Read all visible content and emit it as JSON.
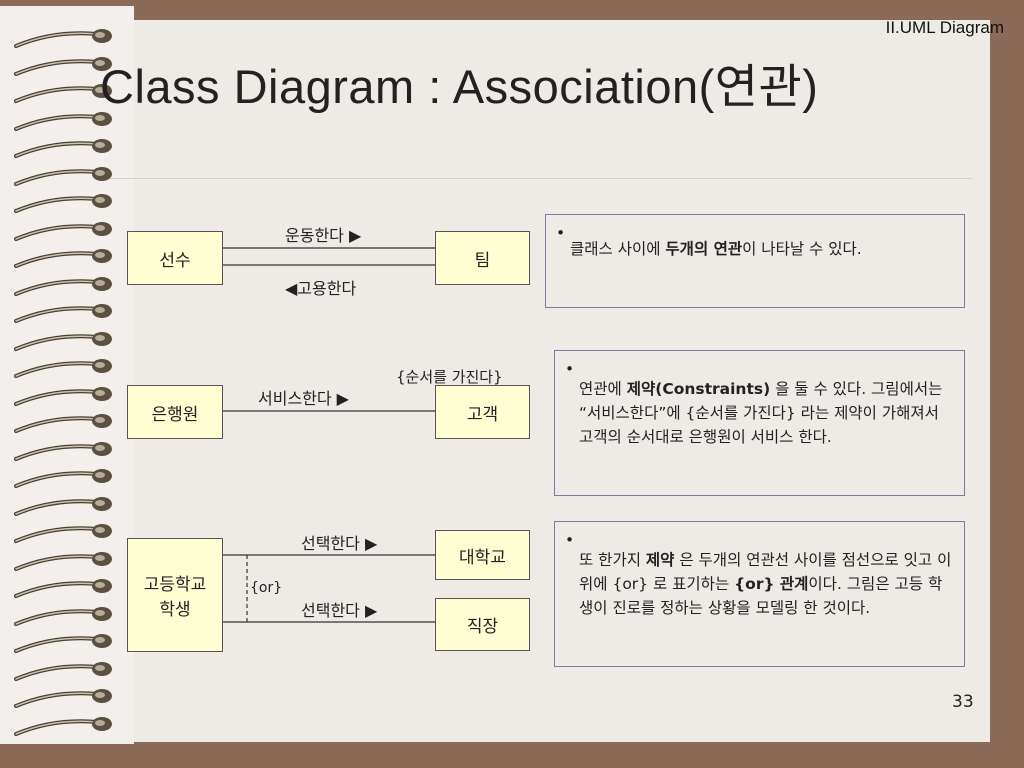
{
  "header": "II.UML Diagram",
  "title": "Class Diagram : Association(연관)",
  "page_number": "33",
  "diagram1": {
    "left_class": "선수",
    "right_class": "팀",
    "top_label": "운동한다 ▶",
    "bottom_label": "◀고용한다",
    "note_prefix": "클래스 사이에 ",
    "note_bold": "두개의 연관",
    "note_suffix": "이 나타날 수 있다."
  },
  "diagram2": {
    "left_class": "은행원",
    "right_class": "고객",
    "constraint": "{순서를 가진다}",
    "label": "서비스한다 ▶",
    "note_prefix": "연관에 ",
    "note_bold": "제약(Constraints)",
    "note_suffix": " 을 둘 수 있다. 그림에서는 “서비스한다”에 {순서를 가진다} 라는 제약이 가해져서 고객의 순서대로 은행원이 서비스 한다."
  },
  "diagram3": {
    "left_class_line1": "고등학교",
    "left_class_line2": "학생",
    "right_top_class": "대학교",
    "right_bottom_class": "직장",
    "top_label": "선택한다 ▶",
    "bottom_label": "선택한다 ▶",
    "or_label": "{or}",
    "note_part1": "또 한가지 ",
    "note_bold1": "제약",
    "note_part2": " 은 두개의 연관선 사이를 점선으로 잇고 이 위에 ",
    "note_part3": "{or}",
    "note_part4": " 로 표기하는 ",
    "note_bold2": "{or} 관계",
    "note_part5": "이다. 그림은 고등 학생이 진로를 정하는 상황을 모델링 한 것이다."
  }
}
